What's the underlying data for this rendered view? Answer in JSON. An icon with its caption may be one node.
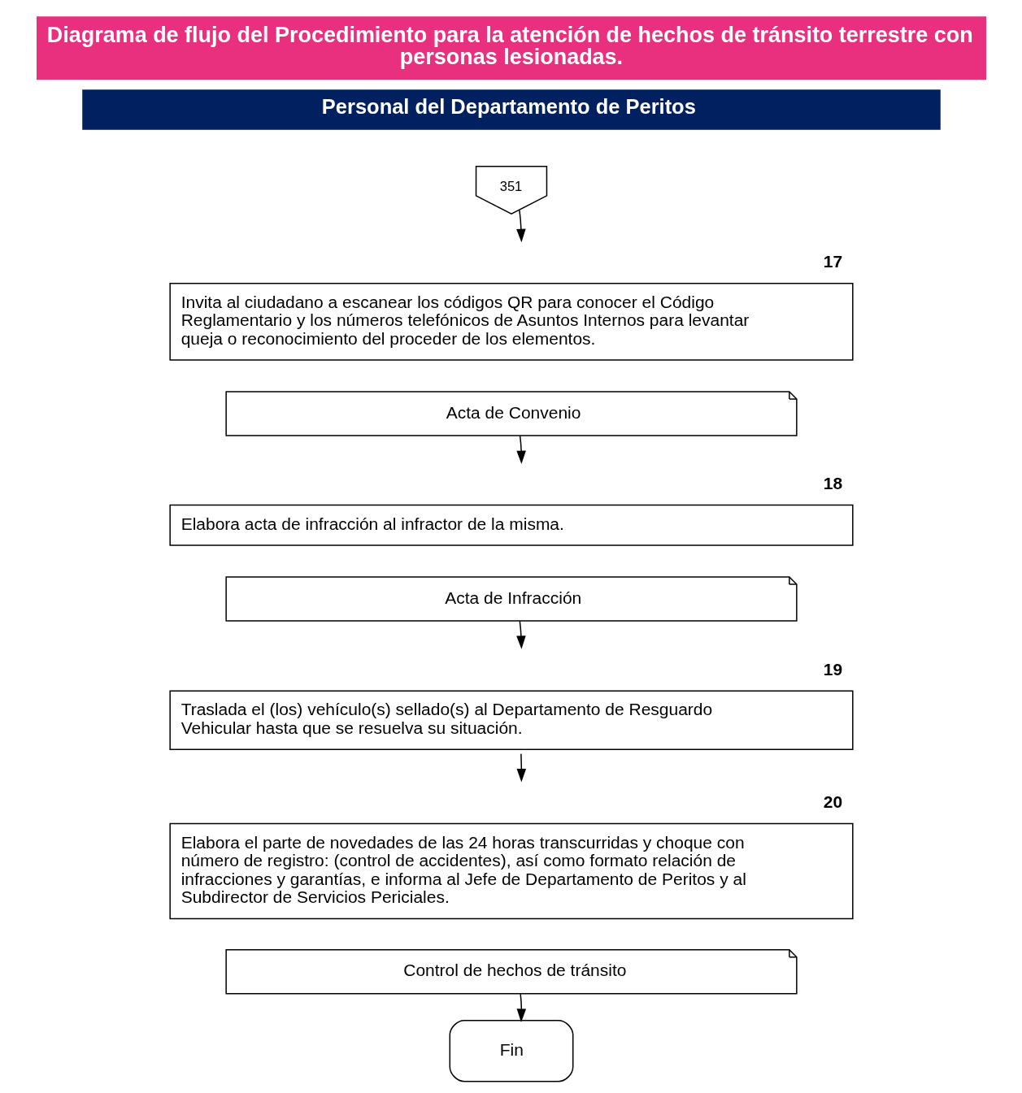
{
  "diagram": {
    "title": "Diagrama de flujo del Procedimiento para la atención de hechos de tránsito terrestre con personas lesionadas.",
    "nodes": [
      {
        "text": [
          "351"
        ]
      },
      {
        "text": [
          "Invita al ciudadano a escanear los códigos QR para conocer el Código Reglamentario y los números telefónicos de Asuntos Internos para levantar queja o reconocimiento del proceder de los elementos."
        ],
        "beside": [
          "17"
        ]
      },
      {
        "text": [
          "Acta de Convenio"
        ]
      },
      {
        "text": [
          "Elabora acta de infracción al infractor de la misma."
        ],
        "beside": [
          "18"
        ]
      },
      {
        "text": [
          "Acta de Infracción"
        ]
      },
      {
        "text": [
          "Traslada el (los) vehículo(s) sellado(s) al Departamento de Resguardo Vehicular hasta que se resuelva su situación."
        ],
        "beside": [
          "19"
        ]
      },
      {
        "text": [
          "Elabora el parte de novedades de las 24 horas transcurridas y choque con número de registro: (control de accidentes), así como formato relación de infracciones y garantías, e informa al Jefe de Departamento de Peritos y al Subdirector de Servicios Periciales."
        ],
        "beside": [
          "20"
        ]
      },
      {
        "text": [
          "Control de hechos de tránsito"
        ]
      },
      {
        "text": [
          "Fin"
        ]
      }
    ],
    "edges": [
      {
        "from": 0,
        "to": 1,
        "arrow": "to"
      },
      {
        "from": 2,
        "to": 3,
        "arrow": "to"
      },
      {
        "from": 4,
        "to": 5,
        "arrow": "to"
      },
      {
        "from": 5,
        "to": 6,
        "arrow": "to"
      },
      {
        "from": 7,
        "to": 8,
        "arrow": "to"
      }
    ],
    "labels": [
      "Personal del Departamento de Peritos"
    ]
  }
}
